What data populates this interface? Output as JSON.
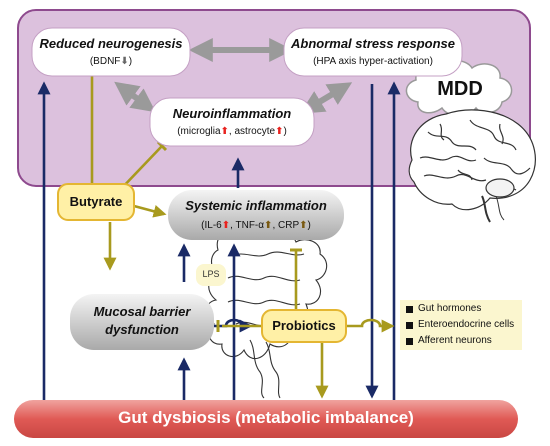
{
  "reduced_neurogenesis": {
    "title": "Reduced neurogenesis",
    "sub_prefix": "(BDNF",
    "arrow": "⬇",
    "sub_suffix": ")"
  },
  "abnormal_stress": {
    "title": "Abnormal stress response",
    "sub": "(HPA axis hyper-activation)"
  },
  "neuroinflammation": {
    "title": "Neuroinflammation",
    "sub_a": "(microglia",
    "sub_b": ", astrocyte",
    "sub_c": ")",
    "arrow": "⬆"
  },
  "systemic_inflammation": {
    "title": "Systemic inflammation",
    "p1": "(IL-6",
    "p2": ", TNF-α",
    "p3": ", CRP",
    "p4": ")",
    "arrow": "⬆"
  },
  "butyrate": "Butyrate",
  "probiotics": "Probiotics",
  "mucosal": {
    "line1": "Mucosal barrier",
    "line2": "dysfunction"
  },
  "lps": "LPS",
  "mdd": "MDD",
  "gut_list": [
    "Gut hormones",
    "Enteroendocrine cells",
    "Afferent neurons"
  ],
  "gut_dysbiosis": "Gut dysbiosis (metabolic imbalance)",
  "colors": {
    "brain_region": "#dcc1dd",
    "brain_region_border": "#8e4a8e",
    "gut_bar": "#e05a55",
    "yellow_box": "#fff0a6",
    "yellow_border": "#e4b632",
    "navy_arrow": "#1a2a66",
    "olive_arrow": "#a89a1e",
    "gray_arrow": "#9a9a9a",
    "list_bg": "#fbf6cf"
  }
}
